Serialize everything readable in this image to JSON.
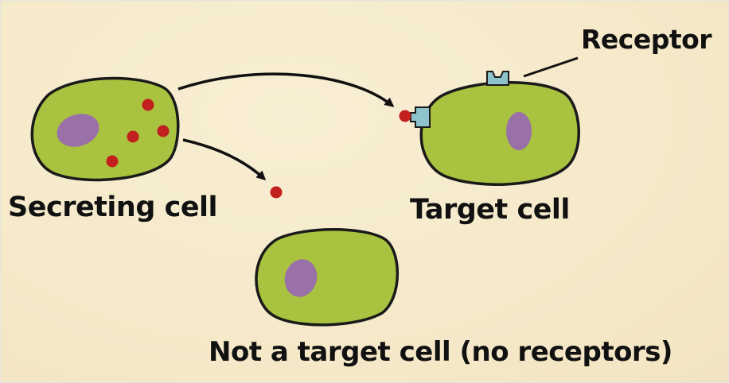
{
  "labels": {
    "secreting_cell": "Secreting cell",
    "target_cell": "Target cell",
    "receptor": "Receptor",
    "non_target_cell": "Not a target cell (no receptors)"
  },
  "colors": {
    "background": "#f6ebcd",
    "cell_body": "#a9c23f",
    "cell_outline": "#1a1a1a",
    "nucleus": "#9a70a8",
    "signal_molecule": "#c21f1f",
    "receptor": "#8fc3cc"
  }
}
